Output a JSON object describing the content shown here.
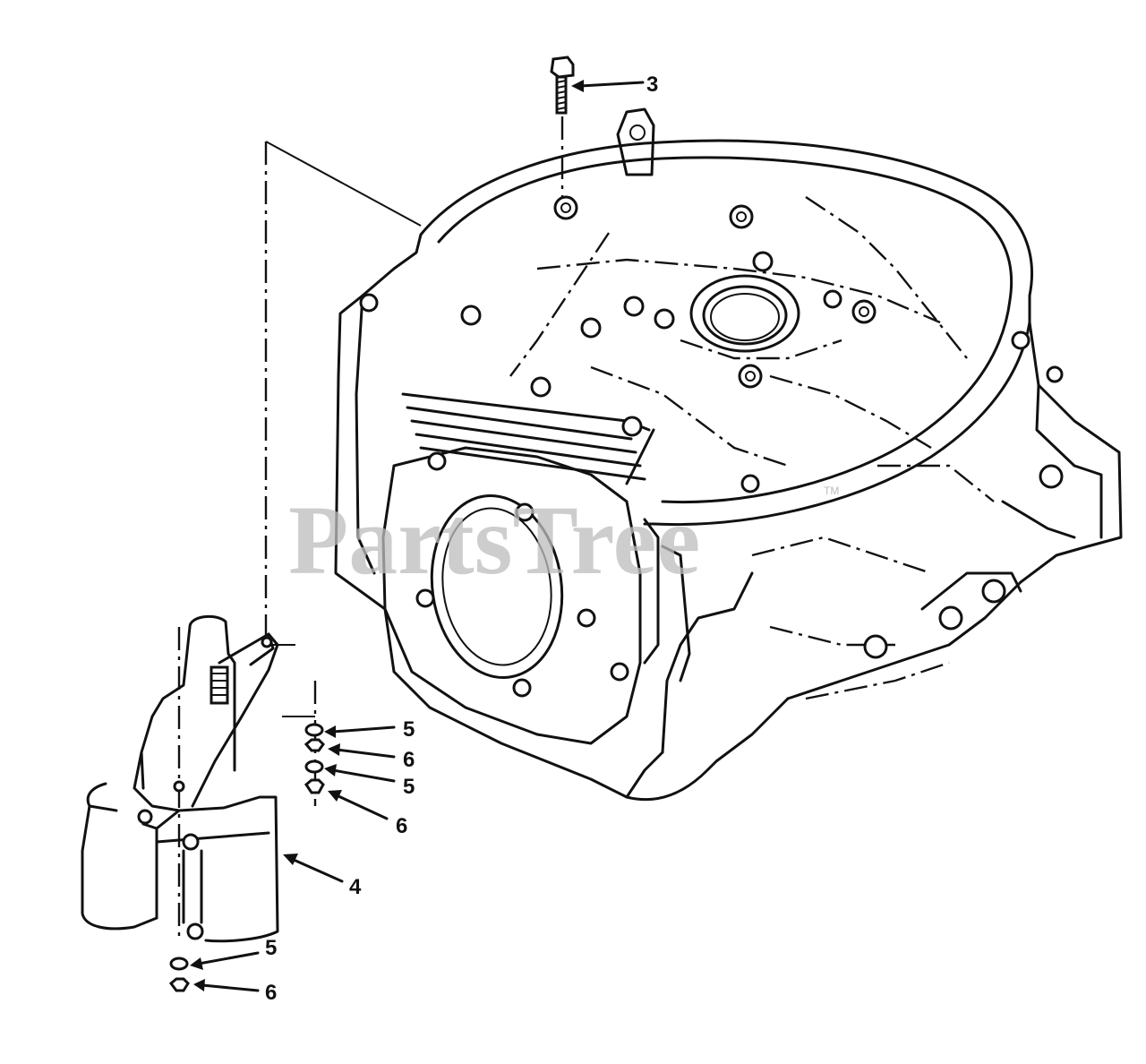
{
  "watermark": {
    "text": "PartsTree",
    "trademark": "TM"
  },
  "callouts": [
    {
      "id": "c3",
      "label": "3"
    },
    {
      "id": "c4",
      "label": "4"
    },
    {
      "id": "c5a",
      "label": "5"
    },
    {
      "id": "c6a",
      "label": "6"
    },
    {
      "id": "c5b",
      "label": "5"
    },
    {
      "id": "c6b",
      "label": "6"
    },
    {
      "id": "c5c",
      "label": "5"
    },
    {
      "id": "c6c",
      "label": "6"
    }
  ]
}
